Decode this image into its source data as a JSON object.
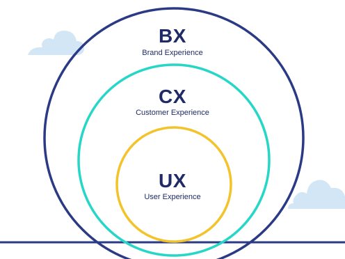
{
  "diagram": {
    "circles": [
      {
        "id": "bx",
        "abbr": "BX",
        "label": "Brand Experience",
        "color": "#2b3a85"
      },
      {
        "id": "cx",
        "abbr": "CX",
        "label": "Customer Experience",
        "color": "#26d6c6"
      },
      {
        "id": "ux",
        "abbr": "UX",
        "label": "User Experience",
        "color": "#f2c32a"
      }
    ],
    "colors": {
      "text": "#1f2a66",
      "ground_line": "#2b3a85",
      "cloud": "#d2e6f6"
    }
  }
}
